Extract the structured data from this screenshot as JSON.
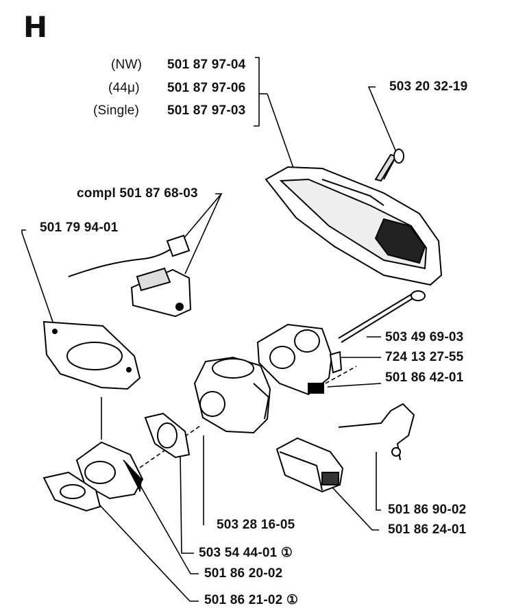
{
  "section_letter": "H",
  "variants": [
    {
      "name": "(NW)",
      "part": "501 87 97-04"
    },
    {
      "name": "(44μ)",
      "part": "501 87 97-06"
    },
    {
      "name": "(Single)",
      "part": "501 87 97-03"
    }
  ],
  "labels": {
    "bolt": "503 20 32-19",
    "ignition_compl": "compl 501 87 68-03",
    "gasket_plate": "501 79 94-01",
    "long_bolt": "503 49 69-03",
    "screw": "724 13 27-55",
    "carb_holder": "501 86 42-01",
    "carburetor": "503 28 16-05",
    "throttle_lever": "501 86 90-02",
    "air_filter": "501 86 24-01",
    "small_gasket": "503 54 44-01 ①",
    "intake_elbow": "501 86 20-02",
    "bottom_gasket": "501 86 21-02 ①"
  }
}
